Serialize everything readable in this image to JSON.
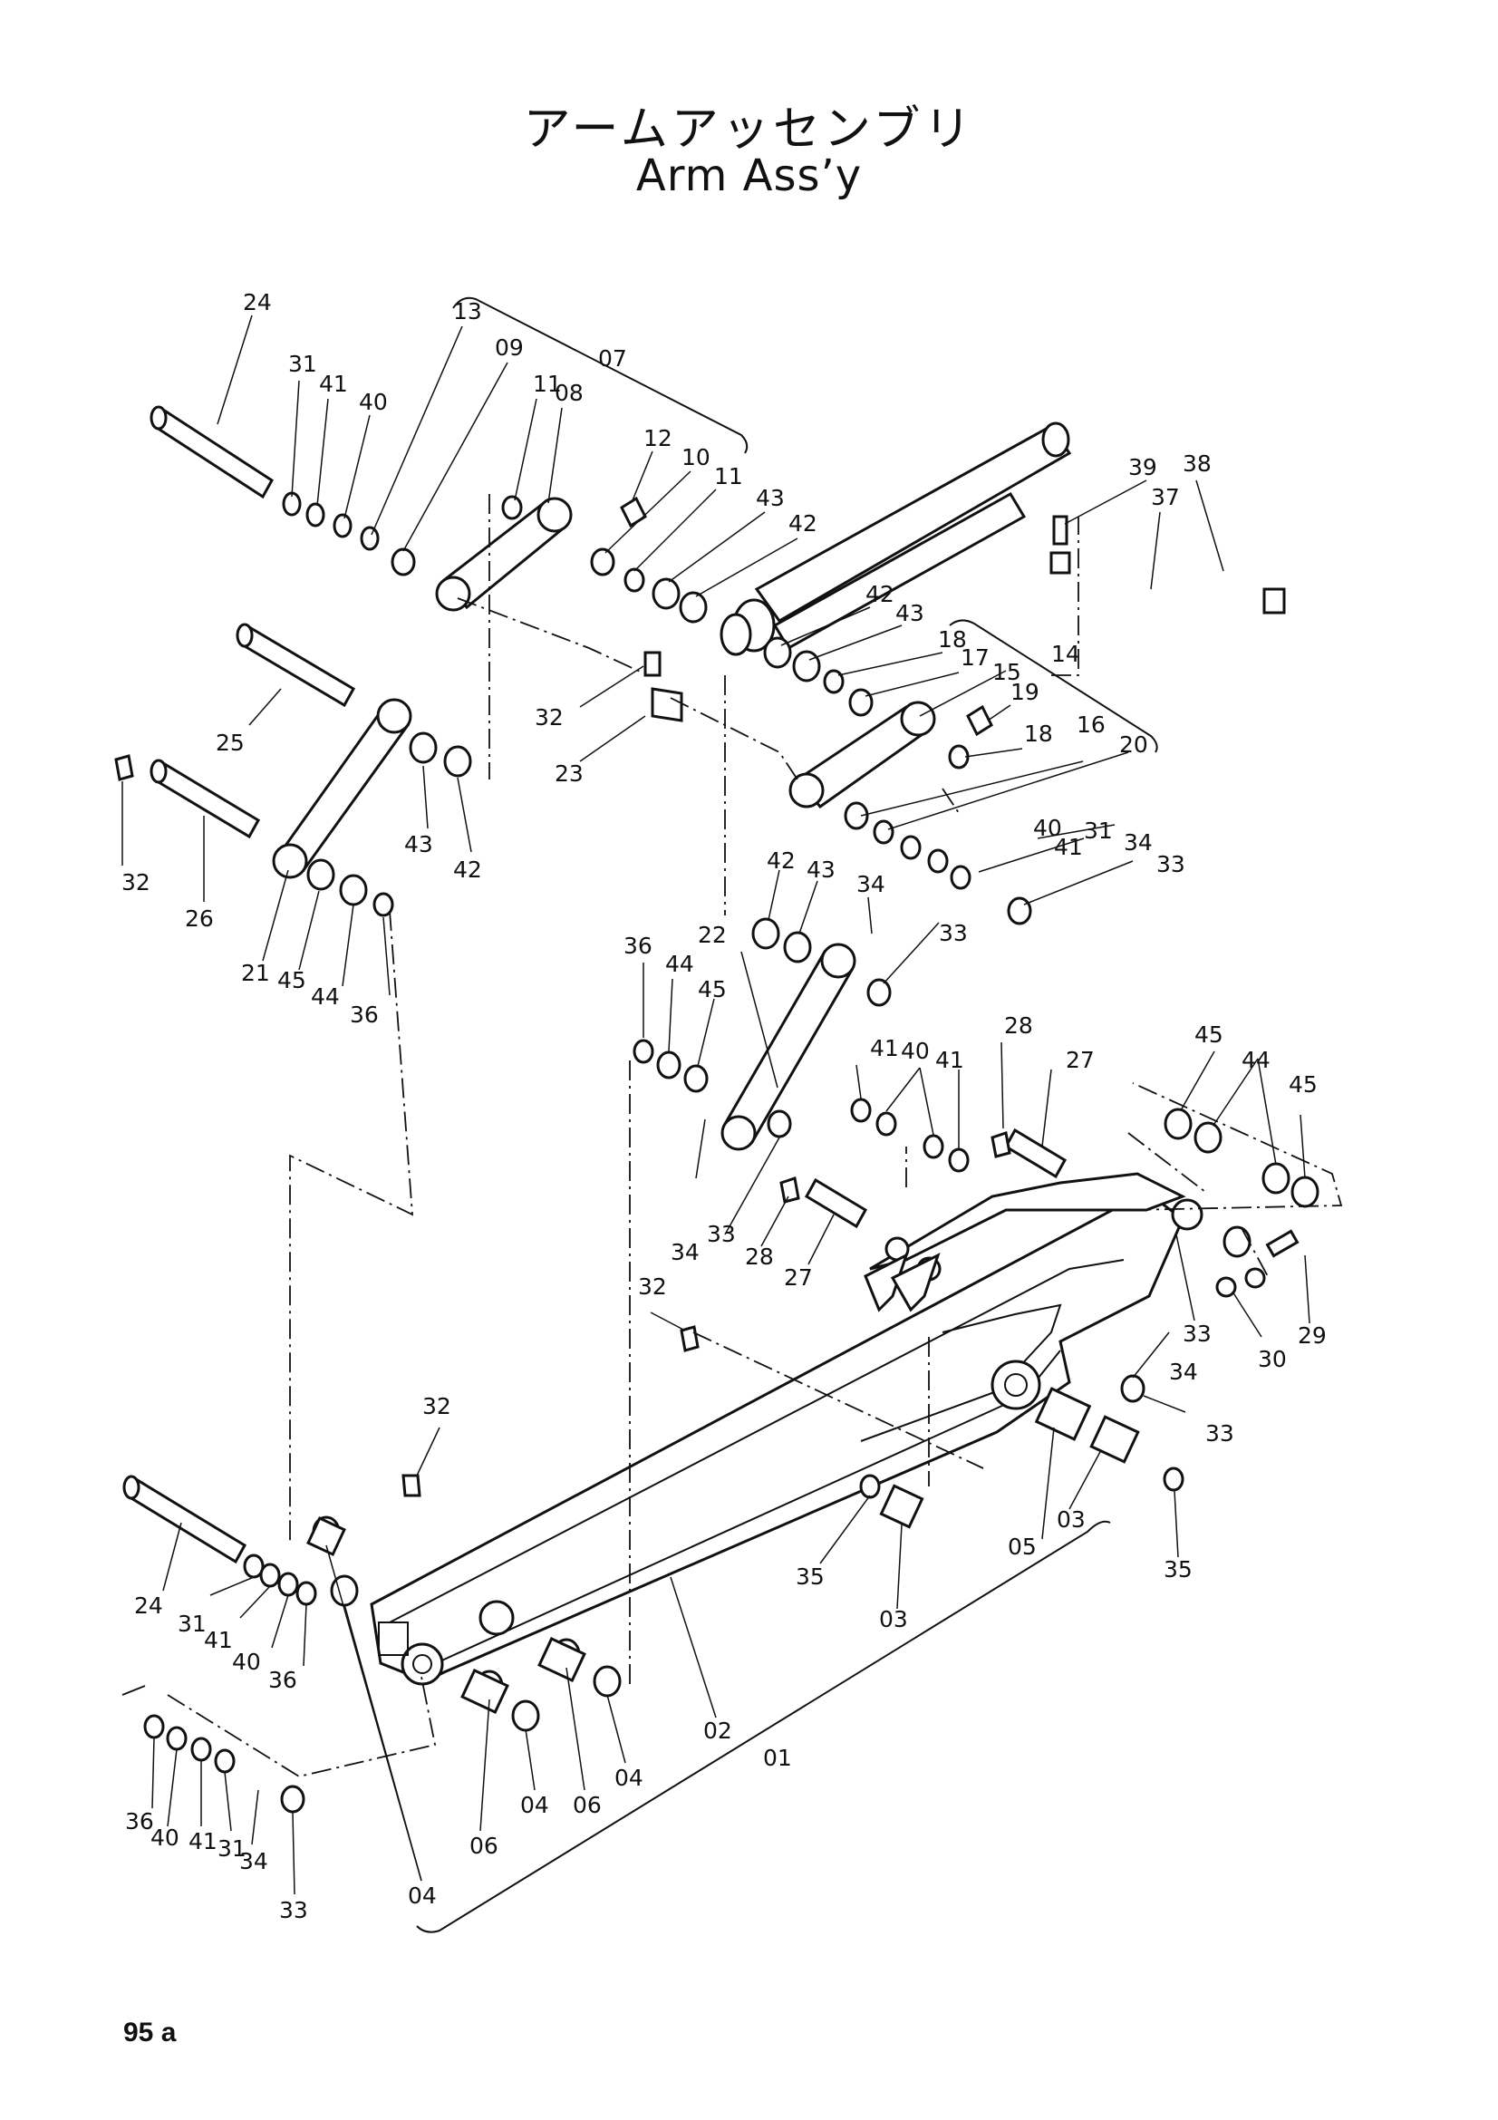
{
  "title": {
    "japanese": "アームアッセンブリ",
    "english": "Arm Ass’y"
  },
  "page_number": "95 a",
  "diagram": {
    "labels": [
      {
        "id": "l24a",
        "text": "24"
      },
      {
        "id": "l31a",
        "text": "31"
      },
      {
        "id": "l41a",
        "text": "41"
      },
      {
        "id": "l40a",
        "text": "40"
      },
      {
        "id": "l13",
        "text": "13"
      },
      {
        "id": "l09",
        "text": "09"
      },
      {
        "id": "l11a",
        "text": "11"
      },
      {
        "id": "l08",
        "text": "08"
      },
      {
        "id": "l07",
        "text": "07"
      },
      {
        "id": "l12",
        "text": "12"
      },
      {
        "id": "l10",
        "text": "10"
      },
      {
        "id": "l11b",
        "text": "11"
      },
      {
        "id": "l43a",
        "text": "43"
      },
      {
        "id": "l42a",
        "text": "42"
      },
      {
        "id": "l39",
        "text": "39"
      },
      {
        "id": "l38",
        "text": "38"
      },
      {
        "id": "l37",
        "text": "37"
      },
      {
        "id": "l42b",
        "text": "42"
      },
      {
        "id": "l43b",
        "text": "43"
      },
      {
        "id": "l18a",
        "text": "18"
      },
      {
        "id": "l17",
        "text": "17"
      },
      {
        "id": "l14",
        "text": "14"
      },
      {
        "id": "l15",
        "text": "15"
      },
      {
        "id": "l19",
        "text": "19"
      },
      {
        "id": "l18b",
        "text": "18"
      },
      {
        "id": "l16",
        "text": "16"
      },
      {
        "id": "l20",
        "text": "20"
      },
      {
        "id": "l32a",
        "text": "32"
      },
      {
        "id": "l23",
        "text": "23"
      },
      {
        "id": "l25",
        "text": "25"
      },
      {
        "id": "l43c",
        "text": "43"
      },
      {
        "id": "l42c",
        "text": "42"
      },
      {
        "id": "l32b",
        "text": "32"
      },
      {
        "id": "l26",
        "text": "26"
      },
      {
        "id": "l21",
        "text": "21"
      },
      {
        "id": "l45a",
        "text": "45"
      },
      {
        "id": "l44a",
        "text": "44"
      },
      {
        "id": "l36a",
        "text": "36"
      },
      {
        "id": "l40b",
        "text": "40"
      },
      {
        "id": "l41b",
        "text": "41"
      },
      {
        "id": "l31b",
        "text": "31"
      },
      {
        "id": "l34a",
        "text": "34"
      },
      {
        "id": "l33a",
        "text": "33"
      },
      {
        "id": "l42d",
        "text": "42"
      },
      {
        "id": "l43d",
        "text": "43"
      },
      {
        "id": "l34b",
        "text": "34"
      },
      {
        "id": "l22",
        "text": "22"
      },
      {
        "id": "l33b",
        "text": "33"
      },
      {
        "id": "l36b",
        "text": "36"
      },
      {
        "id": "l44b",
        "text": "44"
      },
      {
        "id": "l45b",
        "text": "45"
      },
      {
        "id": "l41c",
        "text": "41"
      },
      {
        "id": "l40c",
        "text": "40"
      },
      {
        "id": "l41d",
        "text": "41"
      },
      {
        "id": "l28a",
        "text": "28"
      },
      {
        "id": "l27a",
        "text": "27"
      },
      {
        "id": "l45c",
        "text": "45"
      },
      {
        "id": "l44c",
        "text": "44"
      },
      {
        "id": "l45d",
        "text": "45"
      },
      {
        "id": "l34c",
        "text": "34"
      },
      {
        "id": "l33c",
        "text": "33"
      },
      {
        "id": "l28b",
        "text": "28"
      },
      {
        "id": "l27b",
        "text": "27"
      },
      {
        "id": "l32c",
        "text": "32"
      },
      {
        "id": "l33d",
        "text": "33"
      },
      {
        "id": "l29",
        "text": "29"
      },
      {
        "id": "l34d",
        "text": "34"
      },
      {
        "id": "l30",
        "text": "30"
      },
      {
        "id": "l33e",
        "text": "33"
      },
      {
        "id": "l32d",
        "text": "32"
      },
      {
        "id": "l05",
        "text": "05"
      },
      {
        "id": "l03a",
        "text": "03"
      },
      {
        "id": "l35a",
        "text": "35"
      },
      {
        "id": "l35b",
        "text": "35"
      },
      {
        "id": "l03b",
        "text": "03"
      },
      {
        "id": "l24b",
        "text": "24"
      },
      {
        "id": "l31c",
        "text": "31"
      },
      {
        "id": "l41e",
        "text": "41"
      },
      {
        "id": "l40d",
        "text": "40"
      },
      {
        "id": "l36c",
        "text": "36"
      },
      {
        "id": "l02",
        "text": "02"
      },
      {
        "id": "l04a",
        "text": "04"
      },
      {
        "id": "l01",
        "text": "01"
      },
      {
        "id": "l06a",
        "text": "06"
      },
      {
        "id": "l04b",
        "text": "04"
      },
      {
        "id": "l06b",
        "text": "06"
      },
      {
        "id": "l36d",
        "text": "36"
      },
      {
        "id": "l40e",
        "text": "40"
      },
      {
        "id": "l41f",
        "text": "41"
      },
      {
        "id": "l31d",
        "text": "31"
      },
      {
        "id": "l34e",
        "text": "34"
      },
      {
        "id": "l33f",
        "text": "33"
      },
      {
        "id": "l04c",
        "text": "04"
      }
    ]
  }
}
